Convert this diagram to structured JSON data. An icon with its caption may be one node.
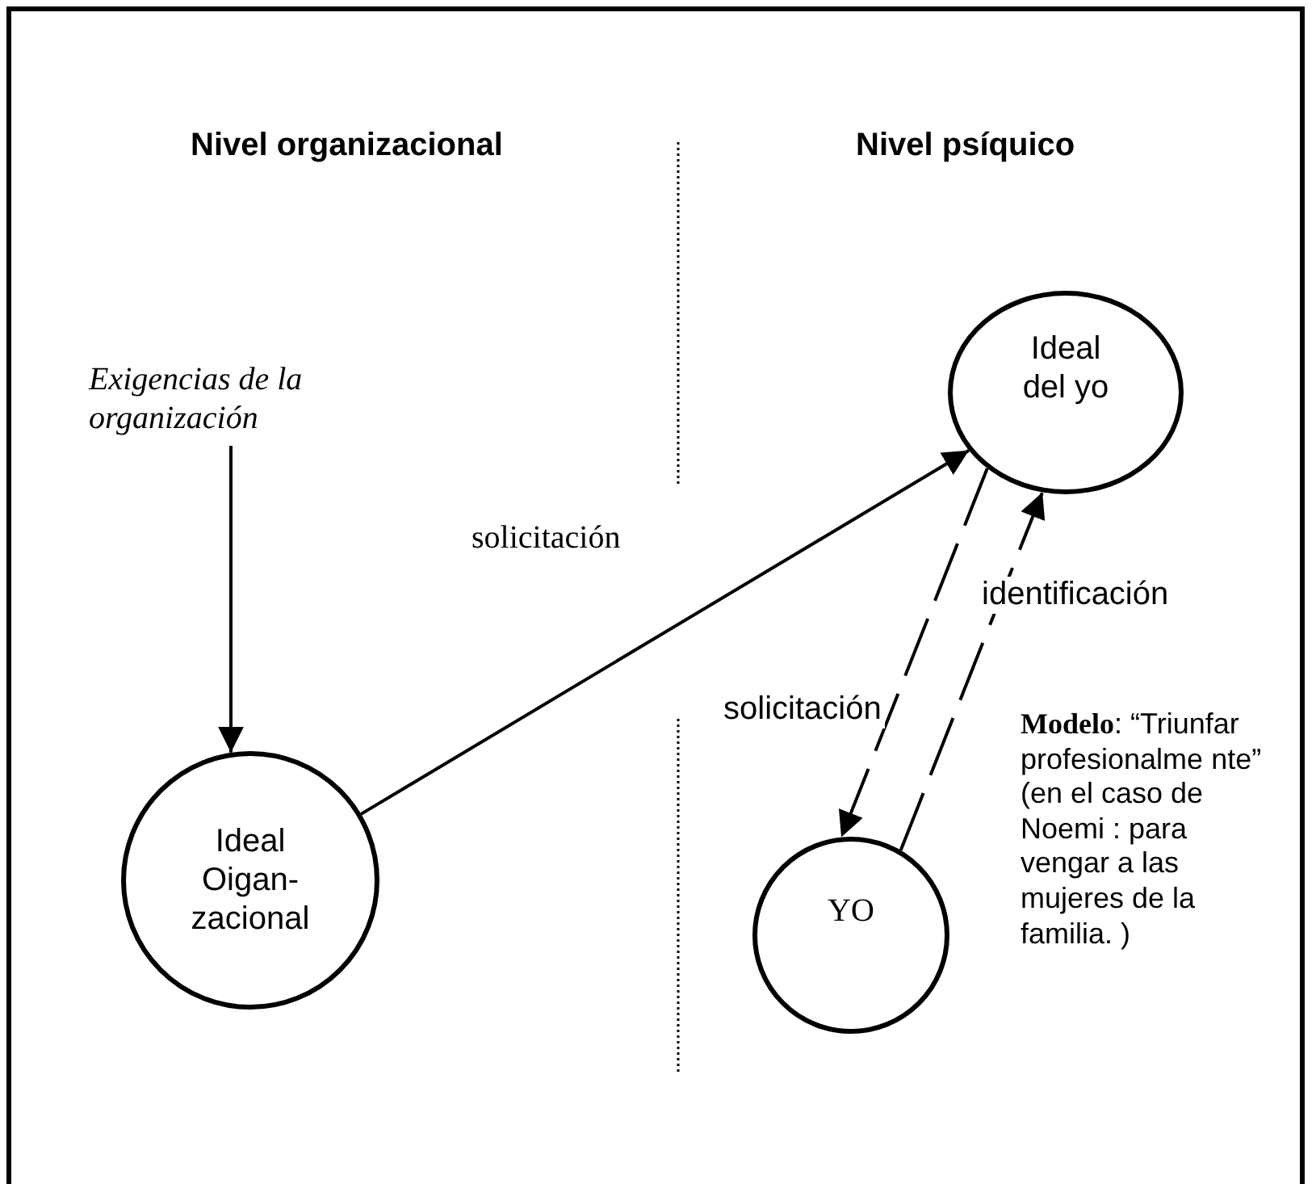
{
  "diagram": {
    "nodes": [
      {
        "text": [
          "Exigencias de la organización"
        ]
      },
      {
        "text": [
          "Ideal Oigan- zacional"
        ]
      },
      {
        "text": [
          "Ideal del yo"
        ]
      },
      {
        "text": [
          "YO"
        ]
      }
    ],
    "edges": [
      {
        "from": 0,
        "to": 1,
        "arrow": "to"
      },
      {
        "from": 1,
        "to": 2,
        "arrow": "to",
        "label": "solicitación"
      },
      {
        "from": 2,
        "to": 3,
        "arrow": "to",
        "label": "solicitación",
        "style": "dashed"
      },
      {
        "from": 3,
        "to": 2,
        "arrow": "to",
        "label": "identificación",
        "style": "dashed"
      }
    ],
    "labels": [
      "Nivel organizacional",
      "Nivel psíquico",
      "**Modelo**: “Triunfar profesionalme nte” (en el caso de Noemi : para vengar a las mujeres de la familia. )"
    ]
  }
}
